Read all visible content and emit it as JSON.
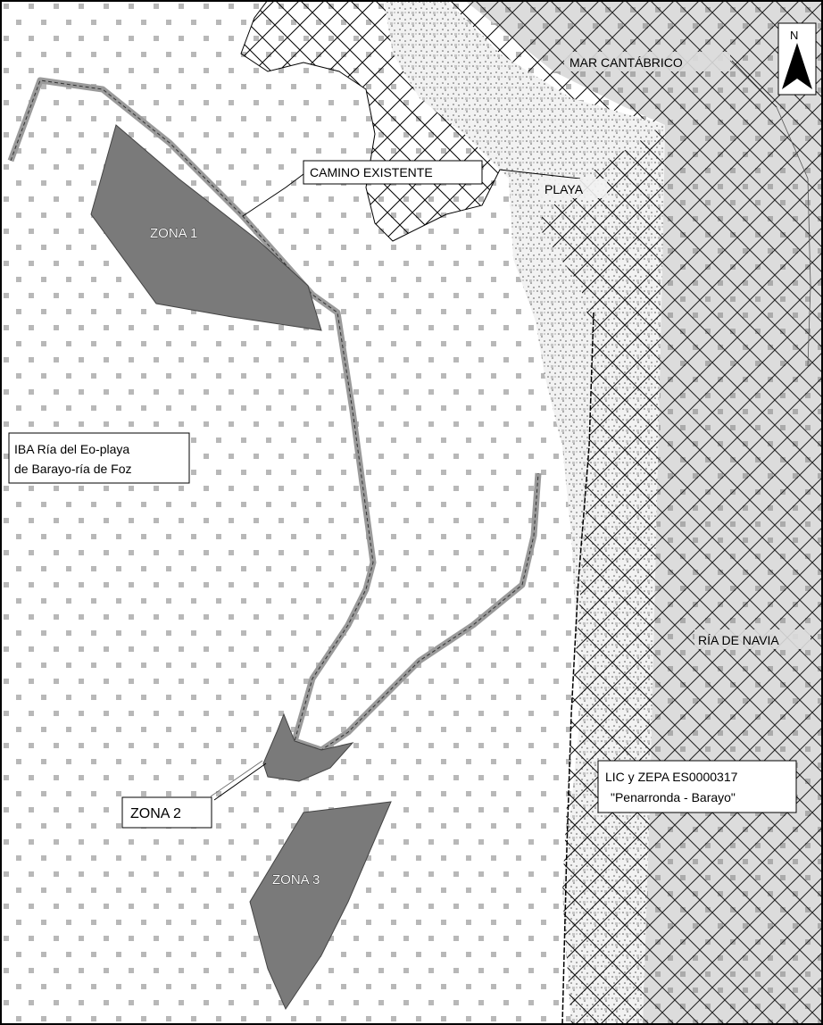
{
  "map": {
    "labels": {
      "mar": "MAR CANTÁBRICO",
      "playa": "PLAYA",
      "ria": "RÍA DE NAVIA",
      "camino": "CAMINO EXISTENTE",
      "iba_line1": "IBA  Ría del Eo-playa",
      "iba_line2": "de Barayo-ría de Foz",
      "lic_line1": "LIC y ZEPA ES0000317",
      "lic_line2": "\"Penarronda - Barayo\"",
      "zona1": "ZONA 1",
      "zona2": "ZONA 2",
      "zona3": "ZONA 3",
      "north": "N"
    },
    "colors": {
      "land_bg": "#ffffff",
      "land_dots": "#b8b8b8",
      "sea_fill": "#dcdcdc",
      "hatch": "#000000",
      "beach_fill": "#f2f2f2",
      "zone_fill": "#7a7a7a",
      "road": "#9a9a9a"
    },
    "icons": [
      "north-arrow-icon"
    ]
  }
}
